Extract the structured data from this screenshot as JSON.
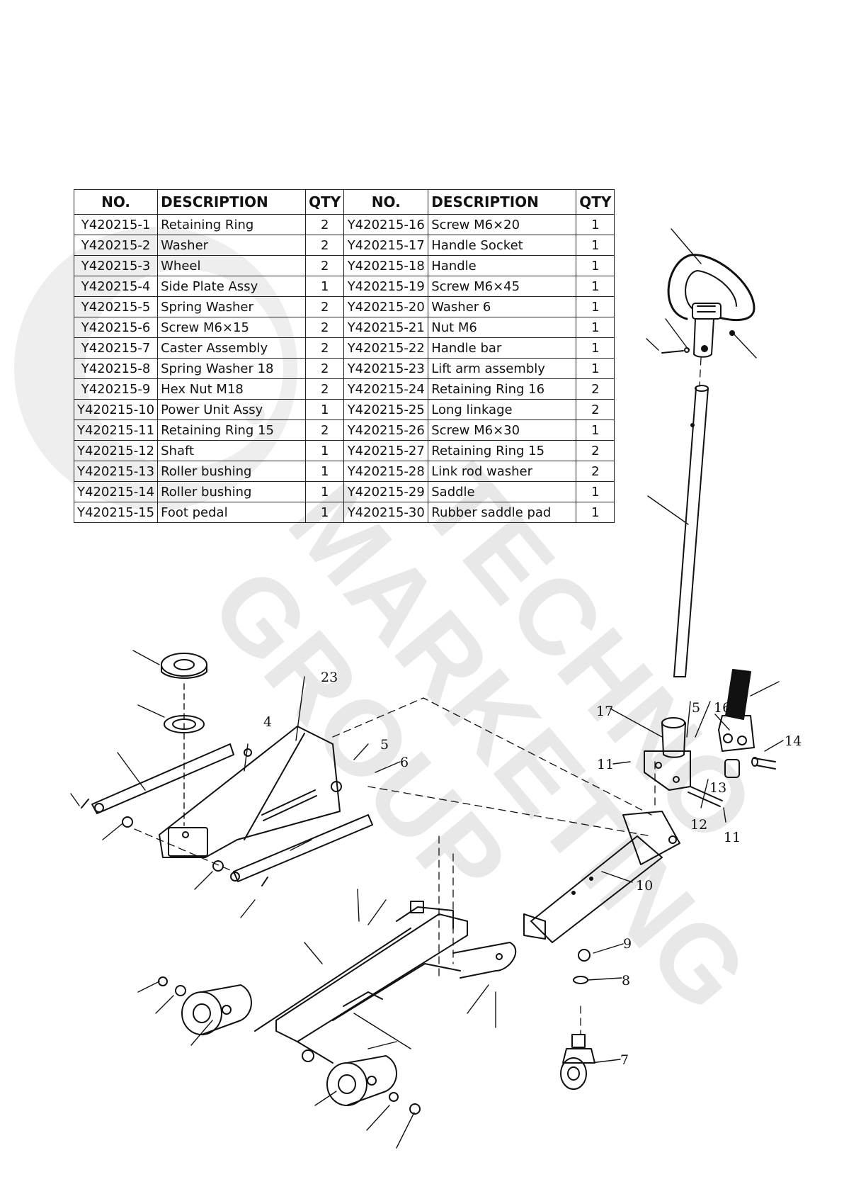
{
  "table": {
    "headers": [
      "NO.",
      "DESCRIPTION",
      "QTY",
      "NO.",
      "DESCRIPTION",
      "QTY"
    ],
    "rows": [
      [
        "Y420215-1",
        "Retaining Ring",
        "2",
        "Y420215-16",
        "Screw M6×20",
        "1"
      ],
      [
        "Y420215-2",
        "Washer",
        "2",
        "Y420215-17",
        "Handle Socket",
        "1"
      ],
      [
        "Y420215-3",
        "Wheel",
        "2",
        "Y420215-18",
        "Handle",
        "1"
      ],
      [
        "Y420215-4",
        "Side Plate Assy",
        "1",
        "Y420215-19",
        "Screw M6×45",
        "1"
      ],
      [
        "Y420215-5",
        "Spring Washer",
        "2",
        "Y420215-20",
        "Washer 6",
        "1"
      ],
      [
        "Y420215-6",
        "Screw M6×15",
        "2",
        "Y420215-21",
        "Nut M6",
        "1"
      ],
      [
        "Y420215-7",
        "Caster Assembly",
        "2",
        "Y420215-22",
        "Handle bar",
        "1"
      ],
      [
        "Y420215-8",
        "Spring Washer 18",
        "2",
        "Y420215-23",
        "Lift arm assembly",
        "1"
      ],
      [
        "Y420215-9",
        "Hex Nut M18",
        "2",
        "Y420215-24",
        "Retaining Ring 16",
        "2"
      ],
      [
        "Y420215-10",
        "Power Unit Assy",
        "1",
        "Y420215-25",
        "Long linkage",
        "2"
      ],
      [
        "Y420215-11",
        "Retaining Ring 15",
        "2",
        "Y420215-26",
        "Screw M6×30",
        "1"
      ],
      [
        "Y420215-12",
        "Shaft",
        "1",
        "Y420215-27",
        "Retaining Ring 15",
        "2"
      ],
      [
        "Y420215-13",
        "Roller bushing",
        "1",
        "Y420215-28",
        "Link rod washer",
        "2"
      ],
      [
        "Y420215-14",
        "Roller bushing",
        "1",
        "Y420215-29",
        "Saddle",
        "1"
      ],
      [
        "Y420215-15",
        "Foot pedal",
        "1",
        "Y420215-30",
        "Rubber saddle pad",
        "1"
      ]
    ]
  },
  "callouts": [
    "23",
    "4",
    "5",
    "6",
    "17",
    "5",
    "16",
    "14",
    "11",
    "13",
    "12",
    "11",
    "10",
    "9",
    "8",
    "7"
  ],
  "watermark": {
    "text": [
      "TECHNO",
      "MARKETING",
      "GROUP"
    ],
    "color": "#e6e6e6"
  }
}
